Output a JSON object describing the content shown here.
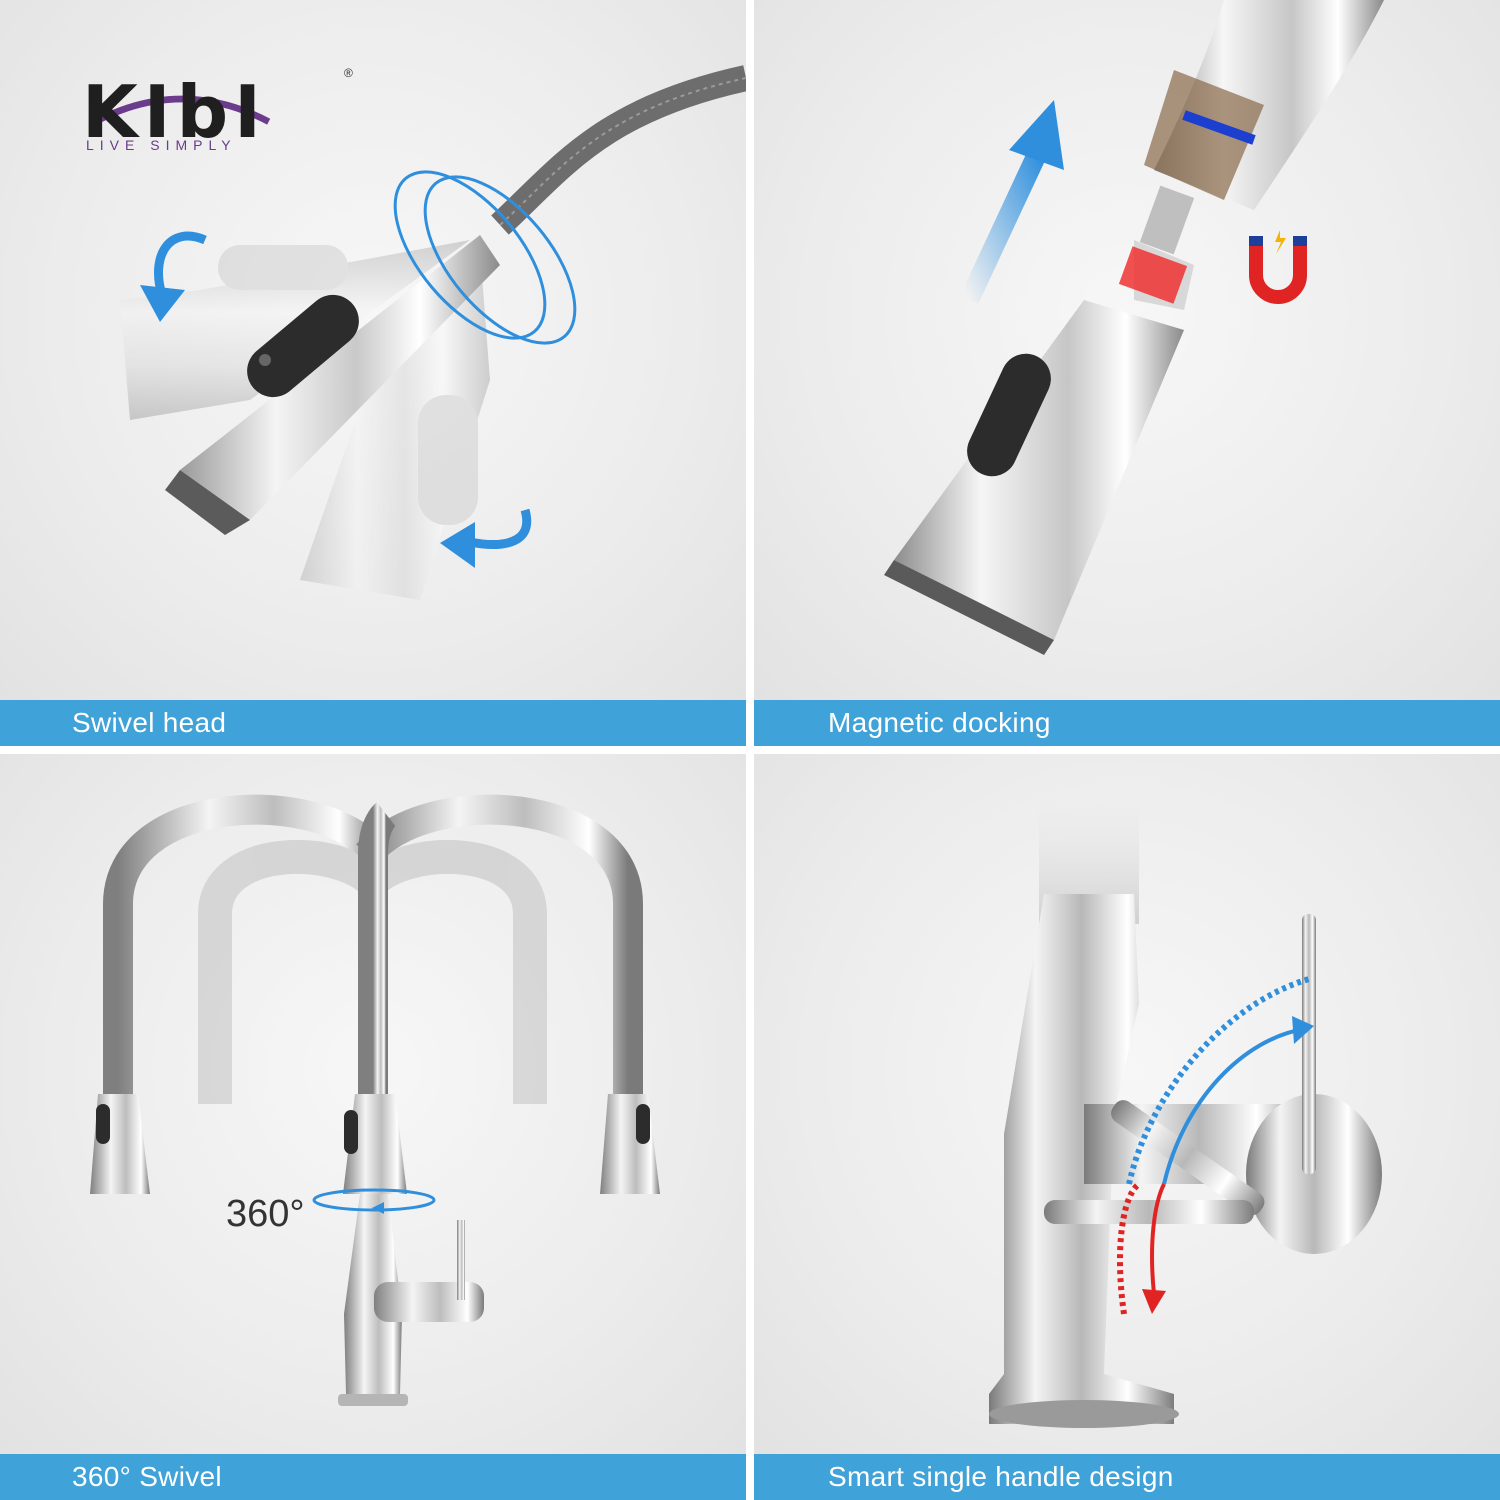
{
  "brand": {
    "name": "KIbI",
    "tagline": "LIVE SIMPLY",
    "registered_mark": "®",
    "accent_color": "#6b3b8c"
  },
  "panels": [
    {
      "caption": "Swivel head"
    },
    {
      "caption": "Magnetic docking"
    },
    {
      "caption": "360° Swivel",
      "rotation_label": "360°"
    },
    {
      "caption": "Smart single handle design"
    }
  ],
  "colors": {
    "caption_bar": "#3fa2d8",
    "arrow_blue": "#2f8fdd",
    "arrow_red": "#e02424",
    "magnet_red": "#e02424",
    "magnet_blue": "#1d3f9a"
  },
  "icons": [
    "swivel-arrow-icon",
    "rotation-ring-icon",
    "up-arrow-icon",
    "magnet-icon",
    "temperature-arc-icon"
  ]
}
